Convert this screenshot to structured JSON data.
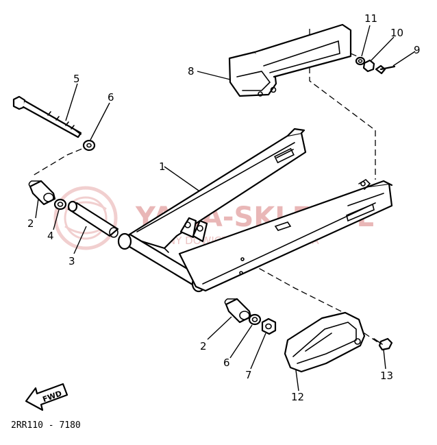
{
  "watermark": {
    "brand": "YAMA-SKLEP.PL",
    "tagline": "WOLNY DOWICZ DEALER YAMAHA"
  },
  "callouts": [
    {
      "id": "1",
      "label": "1"
    },
    {
      "id": "2a",
      "label": "2"
    },
    {
      "id": "2b",
      "label": "2"
    },
    {
      "id": "3",
      "label": "3"
    },
    {
      "id": "4",
      "label": "4"
    },
    {
      "id": "5",
      "label": "5"
    },
    {
      "id": "6a",
      "label": "6"
    },
    {
      "id": "6b",
      "label": "6"
    },
    {
      "id": "7",
      "label": "7"
    },
    {
      "id": "8",
      "label": "8"
    },
    {
      "id": "9",
      "label": "9"
    },
    {
      "id": "10",
      "label": "10"
    },
    {
      "id": "11",
      "label": "11"
    },
    {
      "id": "12",
      "label": "12"
    },
    {
      "id": "13",
      "label": "13"
    }
  ],
  "direction_arrow": "FWD",
  "diagram_code": "2RR110 - 7180"
}
